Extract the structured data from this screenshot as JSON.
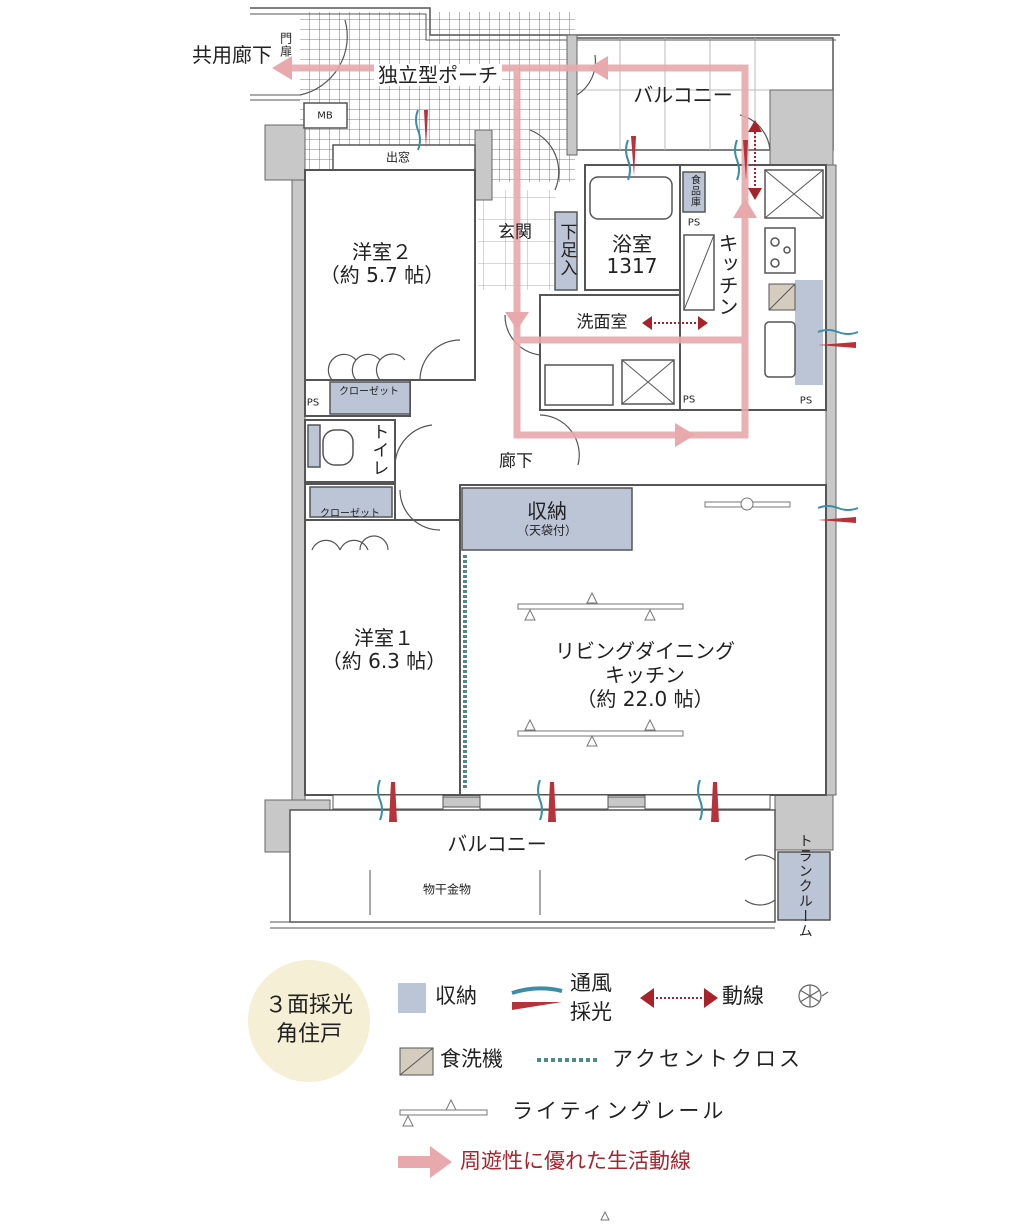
{
  "rooms": {
    "common_corridor": "共用廊下",
    "gate": "門扉",
    "porch": "独立型ポーチ",
    "mb": "MB",
    "bay_window": "出窓",
    "balcony_top": "バルコニー",
    "entrance": "玄関",
    "shoe_storage": "下足入",
    "bathroom": "浴室",
    "bathroom_size": "1317",
    "pantry": "食品庫",
    "kitchen": "キッチン",
    "washroom": "洗面室",
    "bedroom2": "洋室２",
    "bedroom2_size": "（約 5.7 帖）",
    "closet_a": "クローゼット",
    "ps_a": "PS",
    "ps_b": "PS",
    "ps_c": "PS",
    "ps_d": "PS",
    "toilet": "トイレ",
    "corridor": "廊下",
    "closet_b": "クローゼット",
    "storage": "収納",
    "storage_note": "（天袋付）",
    "bedroom1": "洋室１",
    "bedroom1_size": "（約 6.3 帖）",
    "ldk_line1": "リビングダイニング",
    "ldk_line2": "キッチン",
    "ldk_size": "（約 22.0 帖）",
    "balcony_bottom": "バルコニー",
    "drying_hardware": "物干金物",
    "trunk_room": "トランクルーム"
  },
  "badge": {
    "line1": "３面採光",
    "line2": "角住戸"
  },
  "legend": {
    "storage": "収納",
    "ventilation": "通風",
    "daylight": "採光",
    "flow": "動線",
    "dishwasher": "食洗機",
    "accent_cloth": "アクセントクロス",
    "lighting_rail": "ライティングレール",
    "circulation": "周遊性に優れた生活動線"
  },
  "icons": [
    "compass-icon",
    "ventilation-icon",
    "daylight-icon",
    "flow-arrow-icon",
    "circulation-arrow-icon",
    "lighting-rail-icon",
    "dishwasher-icon"
  ],
  "colors": {
    "storage_fill": "#bcc5d6",
    "wall": "#c8c8c8",
    "circulation": "#e8a9ad",
    "flow": "#a8222a",
    "ventilation": "#3a8fa6",
    "daylight": "#b8323a",
    "accent_cloth": "#4f8a8b",
    "badge_bg": "#f4efd5",
    "circulation_text": "#a4262e"
  }
}
